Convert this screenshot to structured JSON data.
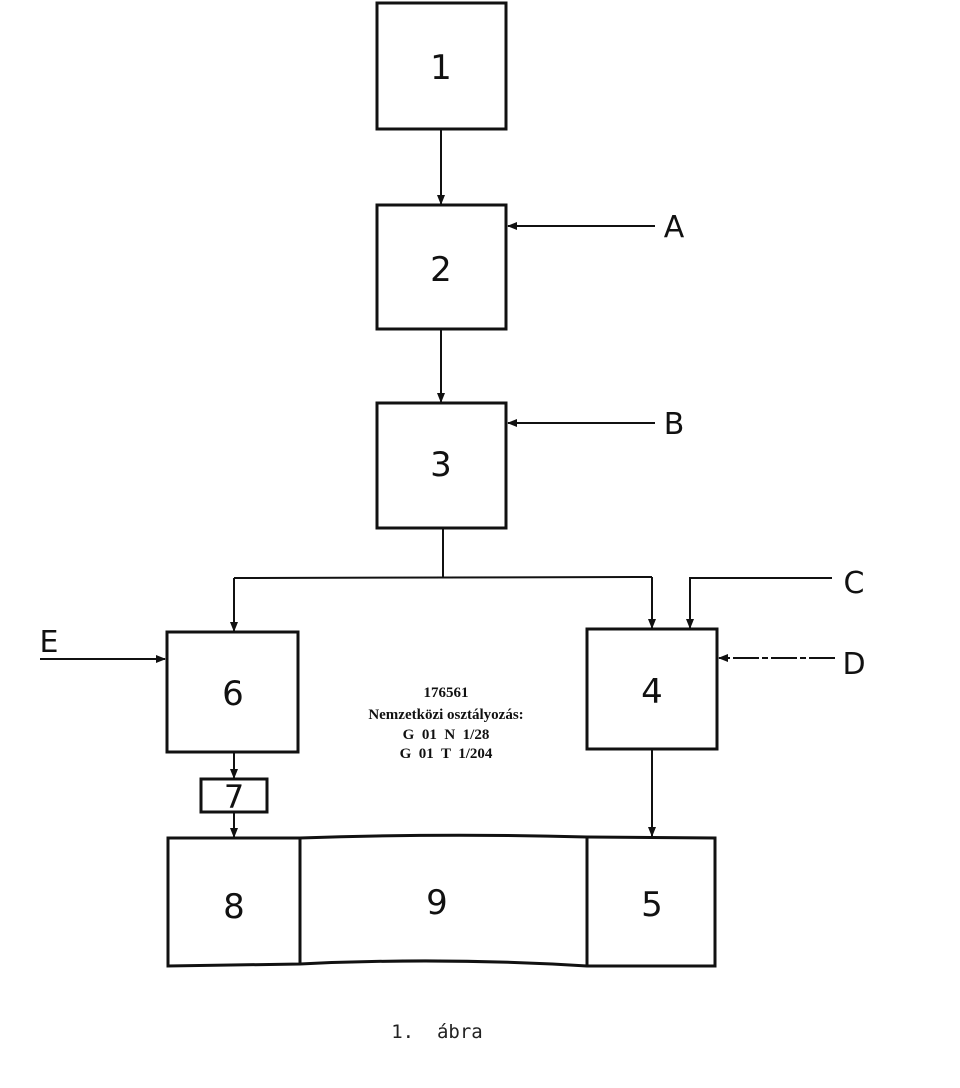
{
  "diagram": {
    "boxes": {
      "b1": "1",
      "b2": "2",
      "b3": "3",
      "b4": "4",
      "b5": "5",
      "b6": "6",
      "b7": "7",
      "b8": "8",
      "b9": "9"
    },
    "inputs": {
      "a": "A",
      "b": "B",
      "c": "C",
      "d": "D",
      "e": "E"
    },
    "patent": {
      "number": "176561",
      "classification_title": "Nemzetközi osztályozás:",
      "class_1": "G  01  N  1/28",
      "class_2": "G  01  T  1/204"
    },
    "caption": "1.  ábra"
  }
}
